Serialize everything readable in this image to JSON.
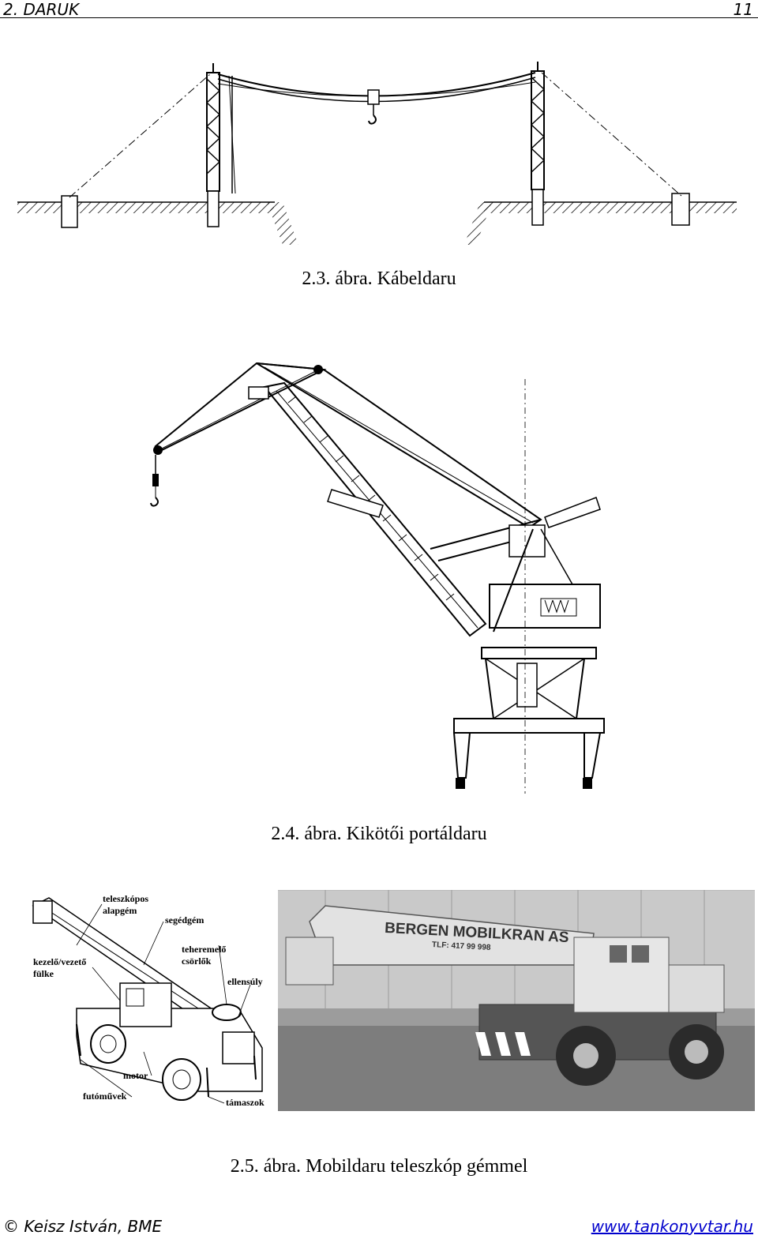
{
  "header": {
    "chapter": "2. DARUK",
    "page_number": "11"
  },
  "figures": [
    {
      "caption": "2.3. ábra. Kábeldaru"
    },
    {
      "caption": "2.4. ábra. Kikötői portáldaru"
    },
    {
      "caption": "2.5. ábra. Mobildaru teleszkóp gémmel"
    }
  ],
  "diagram_labels": {
    "telescope_boom_1": "teleszkópos",
    "telescope_boom_2": "alapgém",
    "aux_boom": "segédgém",
    "cabin_1": "kezelő/vezető",
    "cabin_2": "fülke",
    "winch_1": "teheremelő",
    "winch_2": "csörlők",
    "counterweight": "ellensúly",
    "motor": "motor",
    "running_gear": "futóművek",
    "outriggers": "támaszok"
  },
  "photo_text": {
    "company": "BERGEN MOBILKRAN AS",
    "phone": "TLF: 417 99 998"
  },
  "footer": {
    "author": "© Keisz István, BME",
    "site": "www.tankonyvtar.hu"
  }
}
